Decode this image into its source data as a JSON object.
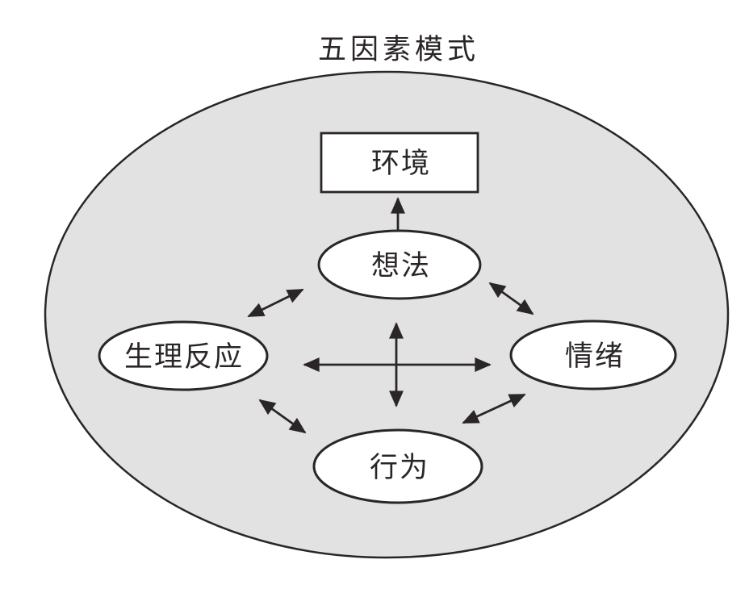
{
  "title": "五因素模式",
  "diagram_type": "five-factor-model",
  "nodes": [
    {
      "id": "environment",
      "label": "环境",
      "shape": "rectangle"
    },
    {
      "id": "thoughts",
      "label": "想法",
      "shape": "ellipse"
    },
    {
      "id": "physiological-reactions",
      "label": "生理反应",
      "shape": "ellipse"
    },
    {
      "id": "emotions",
      "label": "情绪",
      "shape": "ellipse"
    },
    {
      "id": "behavior",
      "label": "行为",
      "shape": "ellipse"
    }
  ],
  "edges": [
    {
      "from": "thoughts",
      "to": "environment",
      "direction": "one-way"
    },
    {
      "from": "thoughts",
      "to": "physiological-reactions",
      "direction": "two-way"
    },
    {
      "from": "thoughts",
      "to": "emotions",
      "direction": "two-way"
    },
    {
      "from": "thoughts",
      "to": "behavior",
      "direction": "two-way"
    },
    {
      "from": "physiological-reactions",
      "to": "emotions",
      "direction": "two-way"
    },
    {
      "from": "physiological-reactions",
      "to": "behavior",
      "direction": "two-way"
    },
    {
      "from": "emotions",
      "to": "behavior",
      "direction": "two-way"
    }
  ],
  "colors": {
    "background": "#ffffff",
    "outer_ellipse_fill": "#e3e2e2",
    "node_fill": "#ffffff",
    "stroke": "#2a2627"
  }
}
